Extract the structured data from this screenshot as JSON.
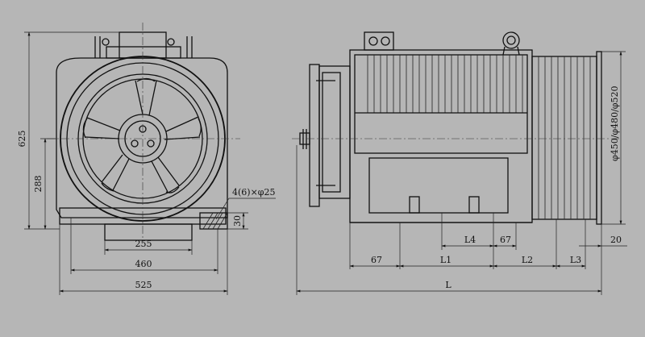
{
  "front_view": {
    "height_625": "625",
    "height_288": "288",
    "hole_spec": "4(6)×φ25",
    "base_thickness_30": "30",
    "width_255": "255",
    "width_460": "460",
    "width_525": "525"
  },
  "side_view": {
    "diameters": "φ450/φ480/φ520",
    "dim_67_lower": "67",
    "dim_67_upper": "67",
    "L1": "L1",
    "L2": "L2",
    "L3": "L3",
    "L4": "L4",
    "dim_20": "20",
    "L": "L"
  }
}
